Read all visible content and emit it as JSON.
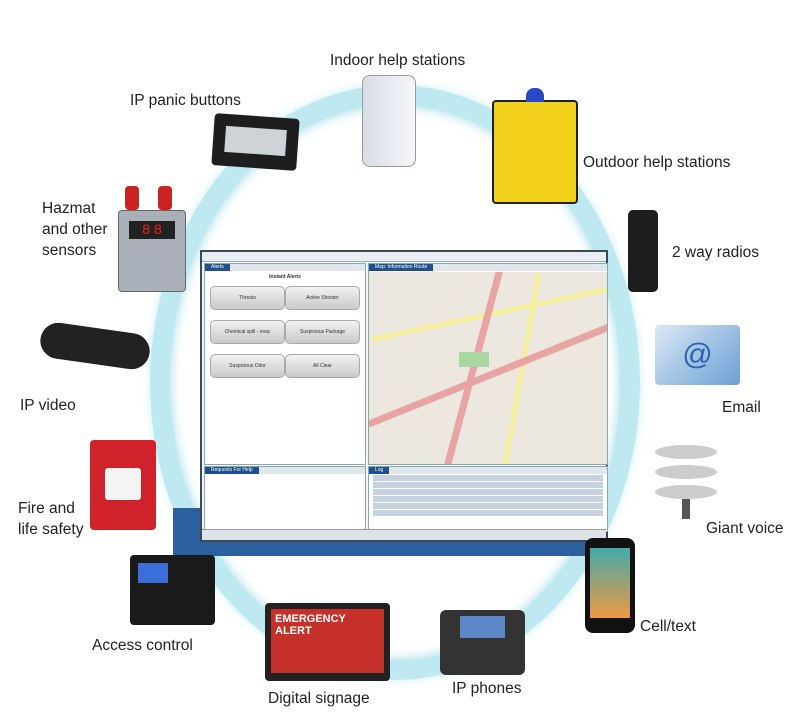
{
  "labels": {
    "indoor": "Indoor help stations",
    "panic": "IP panic buttons",
    "outdoor": "Outdoor help stations",
    "hazmat": "Hazmat and other sensors",
    "radios": "2 way radios",
    "video": "IP video",
    "email": "Email",
    "fire": "Fire and life safety",
    "giant": "Giant voice",
    "access": "Access control",
    "cell": "Cell/text",
    "signage": "Digital signage",
    "phones": "IP phones"
  },
  "screen": {
    "alerts_tab": "Alerts",
    "instant_alerts": "Instant Alerts",
    "buttons": [
      "Threats",
      "Active Shooter",
      "Chemical spill - evac",
      "Suspicious Package",
      "Suspicious Odor",
      "All Clear"
    ],
    "map_tab": "Map: Information Route",
    "requests_tab": "Requests For Help",
    "log_tab": "Log"
  },
  "signage_text": "EMERGENCY ALERT",
  "colors": {
    "ring": "#bfe9f0",
    "band": "#2c5f9e",
    "panel_header": "#1f4f8c"
  }
}
